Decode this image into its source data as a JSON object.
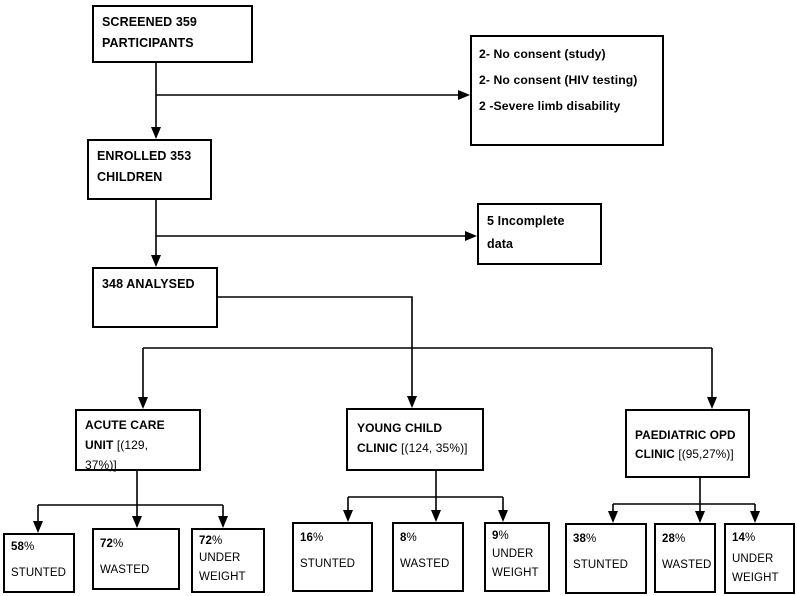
{
  "flowchart": {
    "screened": {
      "label": "SCREENED 359 PARTICIPANTS"
    },
    "exclusions": {
      "items": [
        "2- No consent (study)",
        "2- No consent (HIV testing)",
        "2 -Severe limb disability"
      ]
    },
    "enrolled": {
      "label": "ENROLLED 353 CHILDREN"
    },
    "incomplete": {
      "label": "5 Incomplete data"
    },
    "analysed": {
      "label": "348 ANALYSED"
    },
    "clusters": [
      {
        "name": "acute-care-unit",
        "title": "ACUTE CARE UNIT",
        "detail": "[(129, 37%)]",
        "children": [
          {
            "value": "58",
            "unit": "%",
            "label": "STUNTED"
          },
          {
            "value": "72",
            "unit": "%",
            "label": "WASTED"
          },
          {
            "value": "72",
            "unit": "%",
            "label": "UNDER WEIGHT"
          }
        ]
      },
      {
        "name": "young-child-clinic",
        "title": "YOUNG CHILD CLINIC",
        "detail": "[(124, 35%)]",
        "children": [
          {
            "value": "16",
            "unit": "%",
            "label": "STUNTED"
          },
          {
            "value": "8",
            "unit": "%",
            "label": "WASTED"
          },
          {
            "value": "9",
            "unit": "%",
            "label": "UNDER WEIGHT"
          }
        ]
      },
      {
        "name": "paediatric-opd-clinic",
        "title": "PAEDIATRIC OPD CLINIC",
        "detail": "[(95,27%)]",
        "children": [
          {
            "value": "38",
            "unit": "%",
            "label": "STUNTED"
          },
          {
            "value": "28",
            "unit": "%",
            "label": "WASTED"
          },
          {
            "value": "14",
            "unit": "%",
            "label": "UNDER WEIGHT"
          }
        ]
      }
    ]
  },
  "colors": {
    "line": "#000000",
    "box_border": "#000000",
    "background": "#ffffff",
    "text": "#000000"
  }
}
